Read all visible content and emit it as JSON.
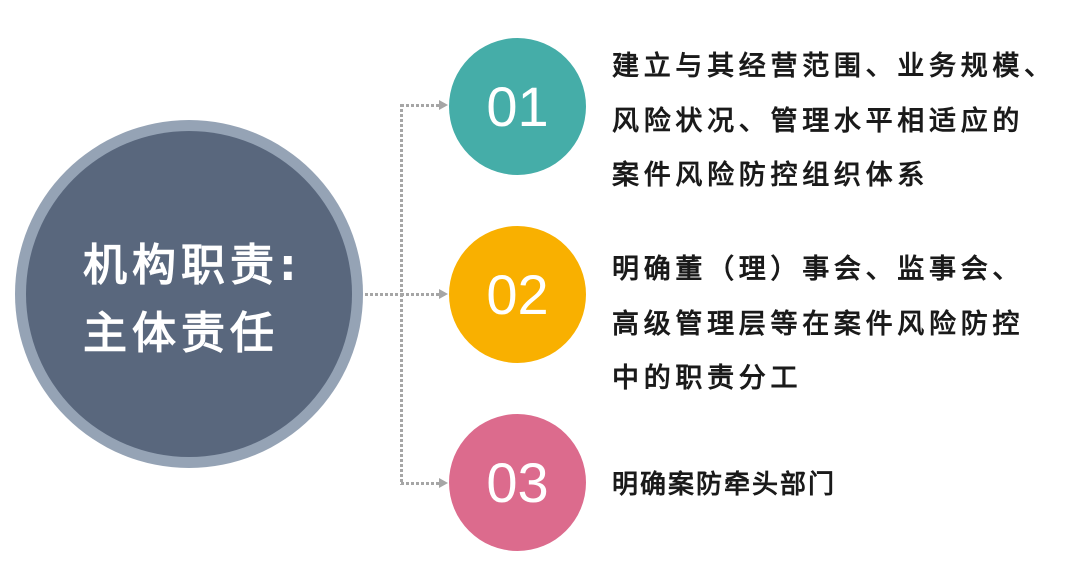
{
  "main": {
    "title_lines": [
      "机构职责:",
      "主体责任"
    ],
    "colors": {
      "ring": "#95a3b5",
      "fill": "#59677d"
    }
  },
  "connectors": {
    "color": "#a6a6a6",
    "style": "dotted-arrow"
  },
  "items": [
    {
      "number": "01",
      "color": "#45ada8",
      "lines": [
        "建立与其经营范围、业务规模、",
        "风险状况、管理水平相适应的",
        "案件风险防控组织体系"
      ]
    },
    {
      "number": "02",
      "color": "#f9b000",
      "lines": [
        "明确董（理）事会、监事会、",
        "高级管理层等在案件风险防控",
        "中的职责分工"
      ]
    },
    {
      "number": "03",
      "color": "#dc6b8d",
      "lines": [
        "明确案防牵头部门"
      ]
    }
  ]
}
